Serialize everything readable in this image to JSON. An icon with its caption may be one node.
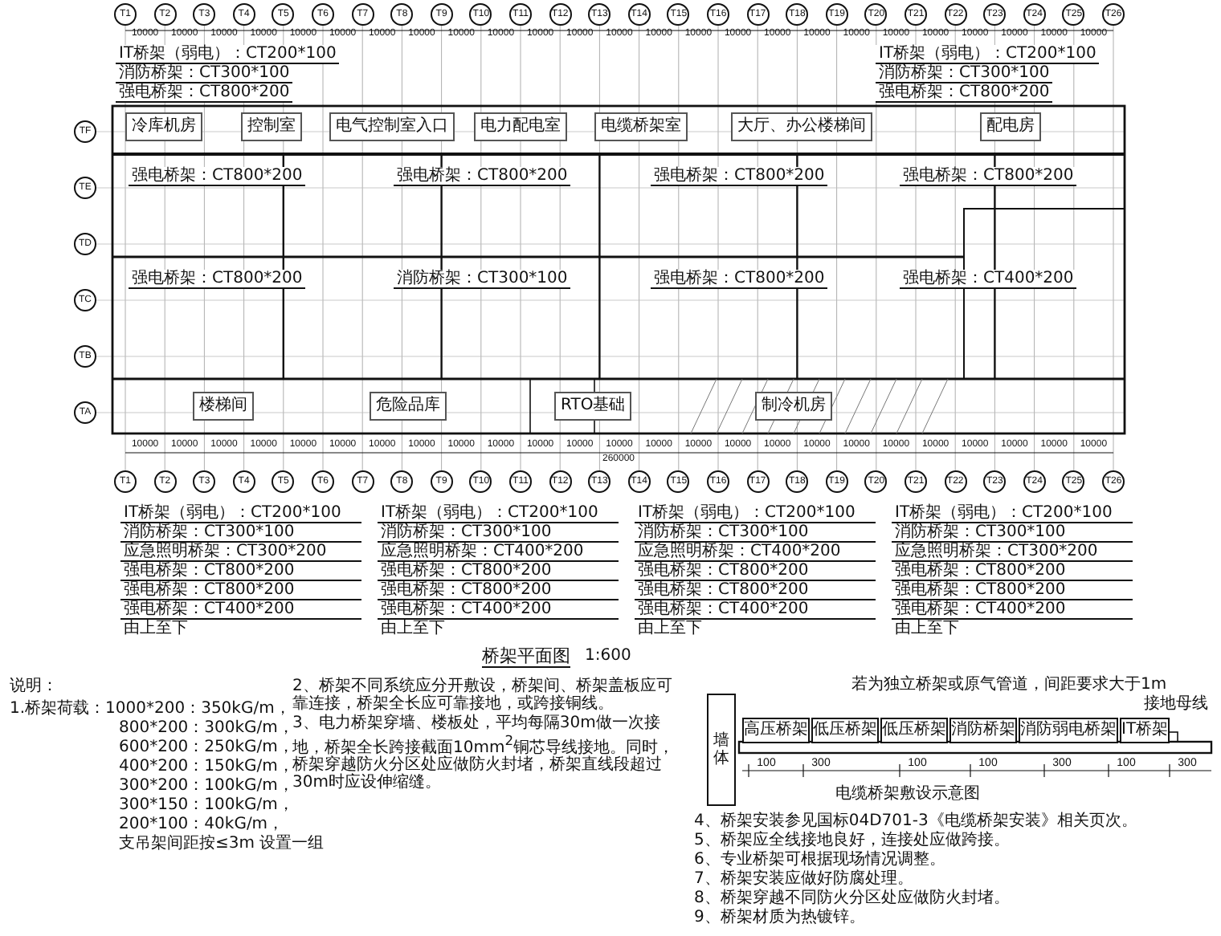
{
  "diagram": {
    "title": "桥架平面图",
    "nodes": [
      {
        "text": [
          "冷库机房"
        ]
      },
      {
        "text": [
          "控制室"
        ]
      },
      {
        "text": [
          "电气控制室入口"
        ]
      },
      {
        "text": [
          "电力配电室"
        ]
      },
      {
        "text": [
          "电缆桥架室"
        ]
      },
      {
        "text": [
          "大厅、办公楼梯间"
        ]
      },
      {
        "text": [
          "配电房"
        ]
      },
      {
        "text": [
          "楼梯间"
        ]
      },
      {
        "text": [
          "危险品库"
        ]
      },
      {
        "text": [
          "RTO基础"
        ]
      },
      {
        "text": [
          "制冷机房"
        ]
      },
      {
        "text": [
          "墙体"
        ]
      },
      {
        "text": [
          "高压桥架"
        ]
      },
      {
        "text": [
          "低压桥架"
        ]
      },
      {
        "text": [
          "低压桥架"
        ]
      },
      {
        "text": [
          "消防桥架"
        ]
      },
      {
        "text": [
          "消防弱电桥架"
        ]
      },
      {
        "text": [
          "IT桥架"
        ]
      },
      {
        "text": [
          "接地母线"
        ]
      }
    ],
    "labels": [
      "T1",
      "T2",
      "T3",
      "T4",
      "T5",
      "T6",
      "T7",
      "T8",
      "T9",
      "T10",
      "T11",
      "T12",
      "T13",
      "T14",
      "T15",
      "T16",
      "T17",
      "T18",
      "T19",
      "T20",
      "T21",
      "T22",
      "T23",
      "T24",
      "T25",
      "T26",
      "10000",
      "10000",
      "10000",
      "10000",
      "10000",
      "10000",
      "10000",
      "10000",
      "10000",
      "10000",
      "10000",
      "10000",
      "10000",
      "10000",
      "10000",
      "10000",
      "10000",
      "10000",
      "10000",
      "10000",
      "10000",
      "10000",
      "10000",
      "10000",
      "10000",
      "TF",
      "TE",
      "TD",
      "TC",
      "TB",
      "TA",
      "10000",
      "10000",
      "10000",
      "10000",
      "10000",
      "10000",
      "10000",
      "10000",
      "10000",
      "10000",
      "10000",
      "10000",
      "10000",
      "10000",
      "10000",
      "10000",
      "10000",
      "10000",
      "10000",
      "10000",
      "10000",
      "10000",
      "10000",
      "10000",
      "10000",
      "260000",
      "T1",
      "T2",
      "T3",
      "T4",
      "T5",
      "T6",
      "T7",
      "T8",
      "T9",
      "T10",
      "T11",
      "T12",
      "T13",
      "T14",
      "T15",
      "T16",
      "T17",
      "T18",
      "T19",
      "T20",
      "T21",
      "T22",
      "T23",
      "T24",
      "T25",
      "T26",
      "IT桥架（弱电）：CT200*100",
      "消防桥架：CT300*100",
      "强电桥架：CT800*200",
      "IT桥架（弱电）：CT200*100",
      "消防桥架：CT300*100",
      "强电桥架：CT800*200",
      "强电桥架：CT800*200",
      "强电桥架：CT800*200",
      "强电桥架：CT800*200",
      "强电桥架：CT800*200",
      "强电桥架：CT800*200",
      "消防桥架：CT300*100",
      "强电桥架：CT800*200",
      "强电桥架：CT400*200",
      "IT桥架（弱电）：CT200*100",
      "消防桥架：CT300*100",
      "应急照明桥架：CT300*200",
      "强电桥架：CT800*200",
      "强电桥架：CT800*200",
      "强电桥架：CT400*200",
      "由上至下",
      "IT桥架（弱电）：CT200*100",
      "消防桥架：CT300*100",
      "应急照明桥架：CT400*200",
      "强电桥架：CT800*200",
      "强电桥架：CT800*200",
      "强电桥架：CT400*200",
      "由上至下",
      "IT桥架（弱电）：CT200*100",
      "消防桥架：CT300*100",
      "应急照明桥架：CT400*200",
      "强电桥架：CT800*200",
      "强电桥架：CT800*200",
      "强电桥架：CT400*200",
      "由上至下",
      "IT桥架（弱电）：CT200*100",
      "消防桥架：CT300*100",
      "应急照明桥架：CT300*200",
      "强电桥架：CT800*200",
      "强电桥架：CT800*200",
      "强电桥架：CT400*200",
      "由上至下",
      "1:600",
      "说明：",
      "1.桥架荷载：1000*200：350kG/m，",
      "800*200：300kG/m，",
      "600*200：250kG/m，",
      "400*200：150kG/m，",
      "300*200：100kG/m，",
      "300*150：100kG/m，",
      "200*100：40kG/m，",
      "支吊架间距按≤3m 设置一组",
      "2、桥架不同系统应分开敷设，桥架间、桥架盖板应可靠连接，桥架全长应可靠接地，或跨接铜线。",
      "3、电力桥架穿墙、楼板处，平均每隔30m做一次接地，桥架全长跨接截面10mm$^{2}$铜芯导线接地。同时，桥架穿越防火分区处应做防火封堵，桥架直线段超过30m时应设伸缩缝。",
      "4、桥架安装参见国标04D701-3《电缆桥架安装》相关页次。",
      "5、桥架应全线接地良好，连接处应做跨接。",
      "6、专业桥架可根据现场情况调整。",
      "7、桥架安装应做好防腐处理。",
      "8、桥架穿越不同防火分区处应做防火封堵。",
      "9、桥架材质为热镀锌。",
      "100",
      "300",
      "100",
      "100",
      "300",
      "100",
      "300",
      "若为独立桥架或原气管道，间距要求大于1m",
      "电缆桥架敷设示意图"
    ]
  }
}
